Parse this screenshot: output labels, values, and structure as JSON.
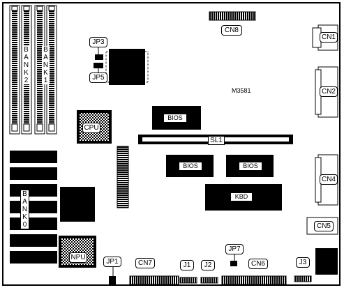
{
  "board": {
    "model": "M3581",
    "labels": {
      "bank2": [
        "B",
        "A",
        "N",
        "K",
        "2"
      ],
      "bank1": [
        "B",
        "A",
        "N",
        "K",
        "1"
      ],
      "bank0": [
        "B",
        "A",
        "N",
        "K",
        "0"
      ],
      "jp3": "JP3",
      "jp5": "JP5",
      "cn8": "CN8",
      "cn1": "CN1",
      "cn2": "CN2",
      "cn4": "CN4",
      "cn5": "CN5",
      "cpu": "CPU",
      "bios_top": "BIOS",
      "sl1": "SL1",
      "bios_left": "BIOS",
      "bios_right": "BIOS",
      "kbd": "KBD",
      "npu": "NPU",
      "jp1": "JP1",
      "cn7": "CN7",
      "j1": "J1",
      "j2": "J2",
      "jp7": "JP7",
      "cn6": "CN6",
      "j3": "J3"
    }
  }
}
